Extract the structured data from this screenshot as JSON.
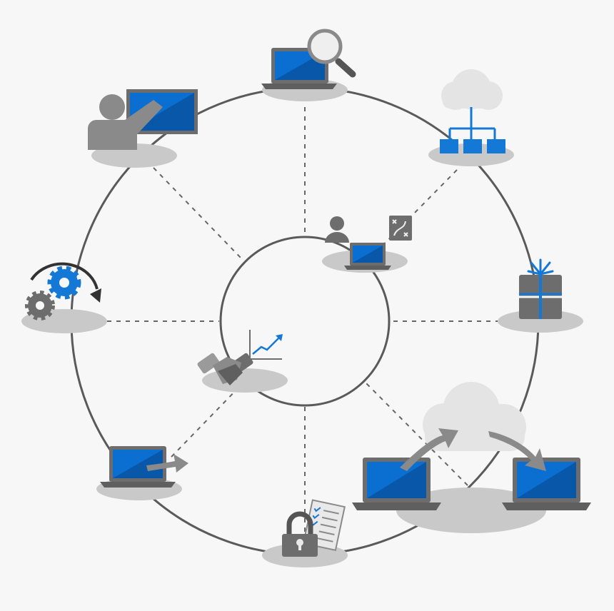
{
  "diagram": {
    "nodes": [
      {
        "id": "search",
        "icon": "laptop-search-icon"
      },
      {
        "id": "cloud-network",
        "icon": "cloud-network-icon"
      },
      {
        "id": "gift",
        "icon": "gift-package-icon"
      },
      {
        "id": "cloud-migration",
        "icon": "cloud-migration-icon"
      },
      {
        "id": "security",
        "icon": "lock-document-icon"
      },
      {
        "id": "laptop-export",
        "icon": "laptop-arrow-icon"
      },
      {
        "id": "gears",
        "icon": "gears-cycle-icon"
      },
      {
        "id": "presentation",
        "icon": "presenter-screen-icon"
      },
      {
        "id": "planning",
        "icon": "user-laptop-strategy-icon"
      },
      {
        "id": "partnership",
        "icon": "handshake-growth-icon"
      }
    ]
  },
  "colors": {
    "background": "#f7f7f7",
    "ring": "#5a5a5a",
    "dash": "#666666",
    "platform": "#c9c9c9",
    "screen_blue": "#0a6fd1",
    "screen_blue_dark": "#0857a8",
    "device_gray": "#6d6d6d",
    "icon_gray": "#8a8a8a",
    "cloud": "#e4e4e4",
    "accent_blue": "#1478d6"
  }
}
